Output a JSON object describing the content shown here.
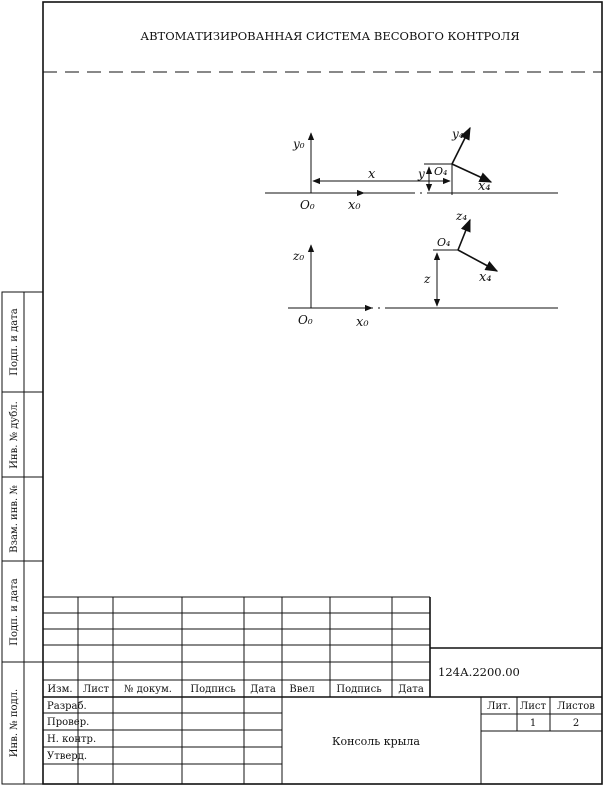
{
  "header": {
    "title": "АВТОМАТИЗИРОВАННАЯ СИСТЕМА ВЕСОВОГО КОНТРОЛЯ"
  },
  "side_stamps": [
    "Инв. № подл.",
    "Подп. и дата",
    "Взам. инв. №",
    "Инв. № дубл.",
    "Подп. и дата"
  ],
  "diagram_top": {
    "y0": "y₀",
    "o0": "O₀",
    "x0": "x₀",
    "x": "x",
    "y": "y",
    "o4": "O₄",
    "y4": "y₄",
    "x4": "x₄"
  },
  "diagram_bottom": {
    "z0": "z₀",
    "o0": "O₀",
    "x0": "x₀",
    "z": "z",
    "o4": "O₄",
    "z4": "z₄",
    "x4": "x₄"
  },
  "title_block": {
    "doc_number": "124А.2200.00",
    "title": "Консоль крыла",
    "columns": [
      "Изм.",
      "Лист",
      "№ докум.",
      "Подпись",
      "Дата",
      "Ввел",
      "Подпись",
      "Дата"
    ],
    "roles": [
      "Разраб.",
      "Провер.",
      "Н. контр.",
      "Утверд."
    ],
    "lit": "Лит.",
    "sheet": "Лист",
    "sheets": "Листов",
    "sheet_value": "1",
    "sheets_value": "2"
  }
}
